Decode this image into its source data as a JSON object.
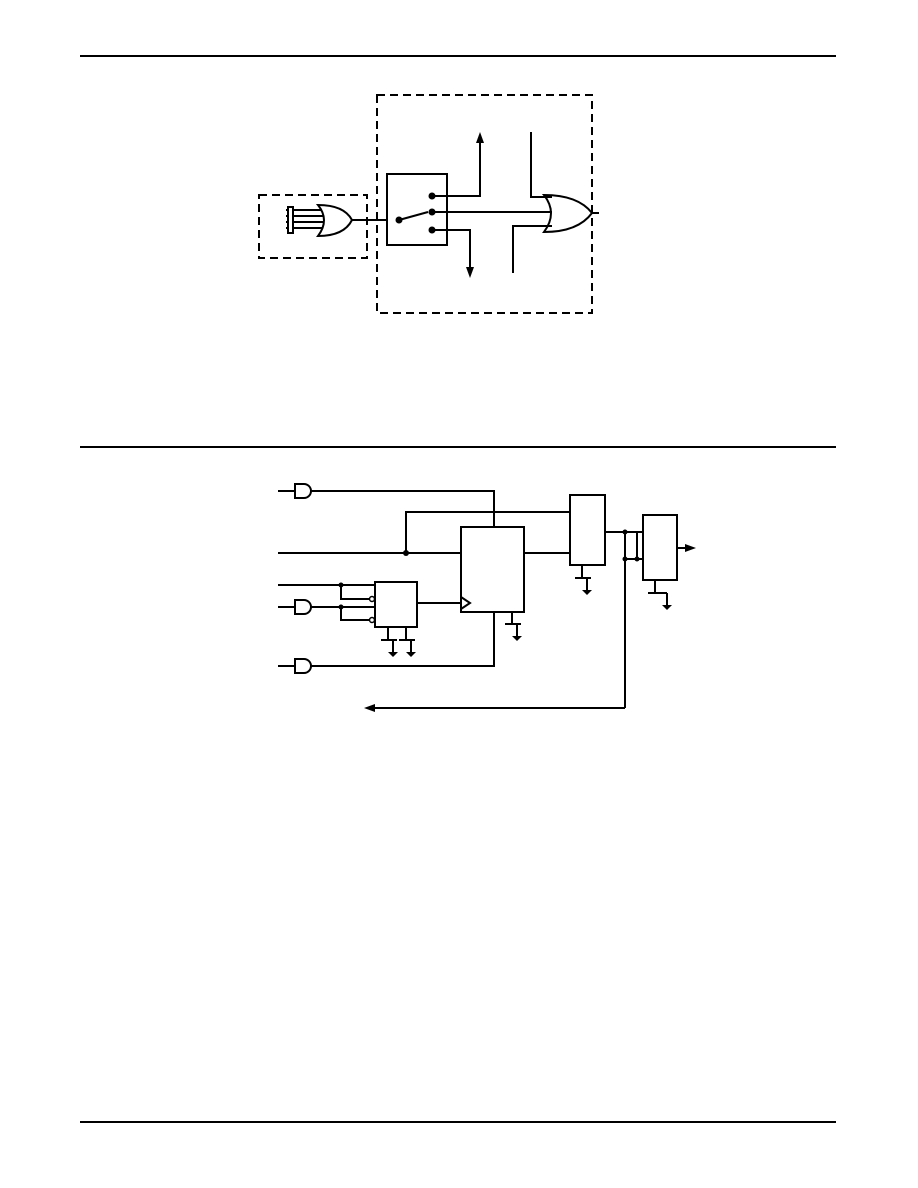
{
  "page": {
    "background": "#ffffff",
    "ink": "#000000"
  },
  "figures": [
    {
      "id": "or-mux-diagram",
      "elements": [
        "input-or-gate",
        "dashed-input-group",
        "mux-selector-box",
        "output-or-gate",
        "dashed-function-block"
      ]
    },
    {
      "id": "latch-counter-diagram",
      "elements": [
        "and-gate-1",
        "and-gate-2",
        "and-gate-3",
        "flip-flop",
        "register-block",
        "output-block-1",
        "output-block-2",
        "ground-symbols"
      ]
    }
  ]
}
